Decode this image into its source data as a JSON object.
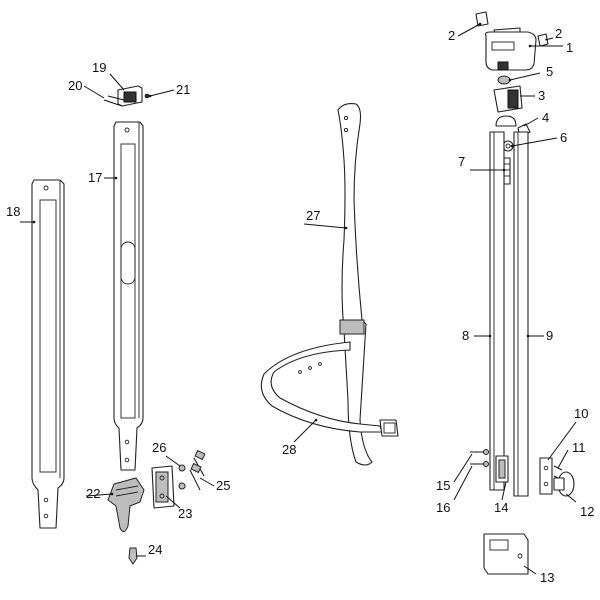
{
  "callouts": [
    {
      "id": "1",
      "label": "1"
    },
    {
      "id": "2a",
      "label": "2"
    },
    {
      "id": "2b",
      "label": "2"
    },
    {
      "id": "3",
      "label": "3"
    },
    {
      "id": "4",
      "label": "4"
    },
    {
      "id": "5",
      "label": "5"
    },
    {
      "id": "6",
      "label": "6"
    },
    {
      "id": "7",
      "label": "7"
    },
    {
      "id": "8",
      "label": "8"
    },
    {
      "id": "9",
      "label": "9"
    },
    {
      "id": "10",
      "label": "10"
    },
    {
      "id": "11",
      "label": "11"
    },
    {
      "id": "12",
      "label": "12"
    },
    {
      "id": "13",
      "label": "13"
    },
    {
      "id": "14",
      "label": "14"
    },
    {
      "id": "15",
      "label": "15"
    },
    {
      "id": "16",
      "label": "16"
    },
    {
      "id": "17",
      "label": "17"
    },
    {
      "id": "18",
      "label": "18"
    },
    {
      "id": "19",
      "label": "19"
    },
    {
      "id": "20",
      "label": "20"
    },
    {
      "id": "21",
      "label": "21"
    },
    {
      "id": "22",
      "label": "22"
    },
    {
      "id": "23",
      "label": "23"
    },
    {
      "id": "24",
      "label": "24"
    },
    {
      "id": "25",
      "label": "25"
    },
    {
      "id": "26",
      "label": "26"
    },
    {
      "id": "27",
      "label": "27"
    },
    {
      "id": "28",
      "label": "28"
    }
  ]
}
